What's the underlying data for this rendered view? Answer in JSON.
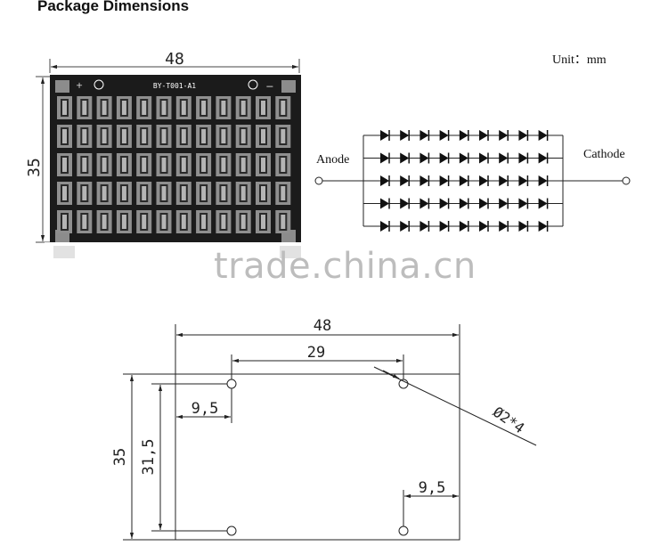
{
  "heading": "Package Dimensions",
  "unit_label": "Unit：mm",
  "watermark": "trade.china.cn",
  "pcb": {
    "marking": "BY-T001-A1",
    "plus_sign": "+",
    "minus_sign": "−",
    "width_label": "48",
    "height_label": "35"
  },
  "schematic": {
    "anode_label": "Anode",
    "cathode_label": "Cathode",
    "rows": 5,
    "leds_per_row": 9
  },
  "drawing": {
    "width_label": "48",
    "hole_spacing_label": "29",
    "left_offset_label": "9,5",
    "right_offset_label": "9,5",
    "height_label": "35",
    "vertical_spacing_label": "31,5",
    "hole_callout": "Ø2*4"
  },
  "colors": {
    "board": "#1b1b1b",
    "led": "#9a9a9a",
    "line": "#222222",
    "watermark": "#bdbdbd"
  }
}
